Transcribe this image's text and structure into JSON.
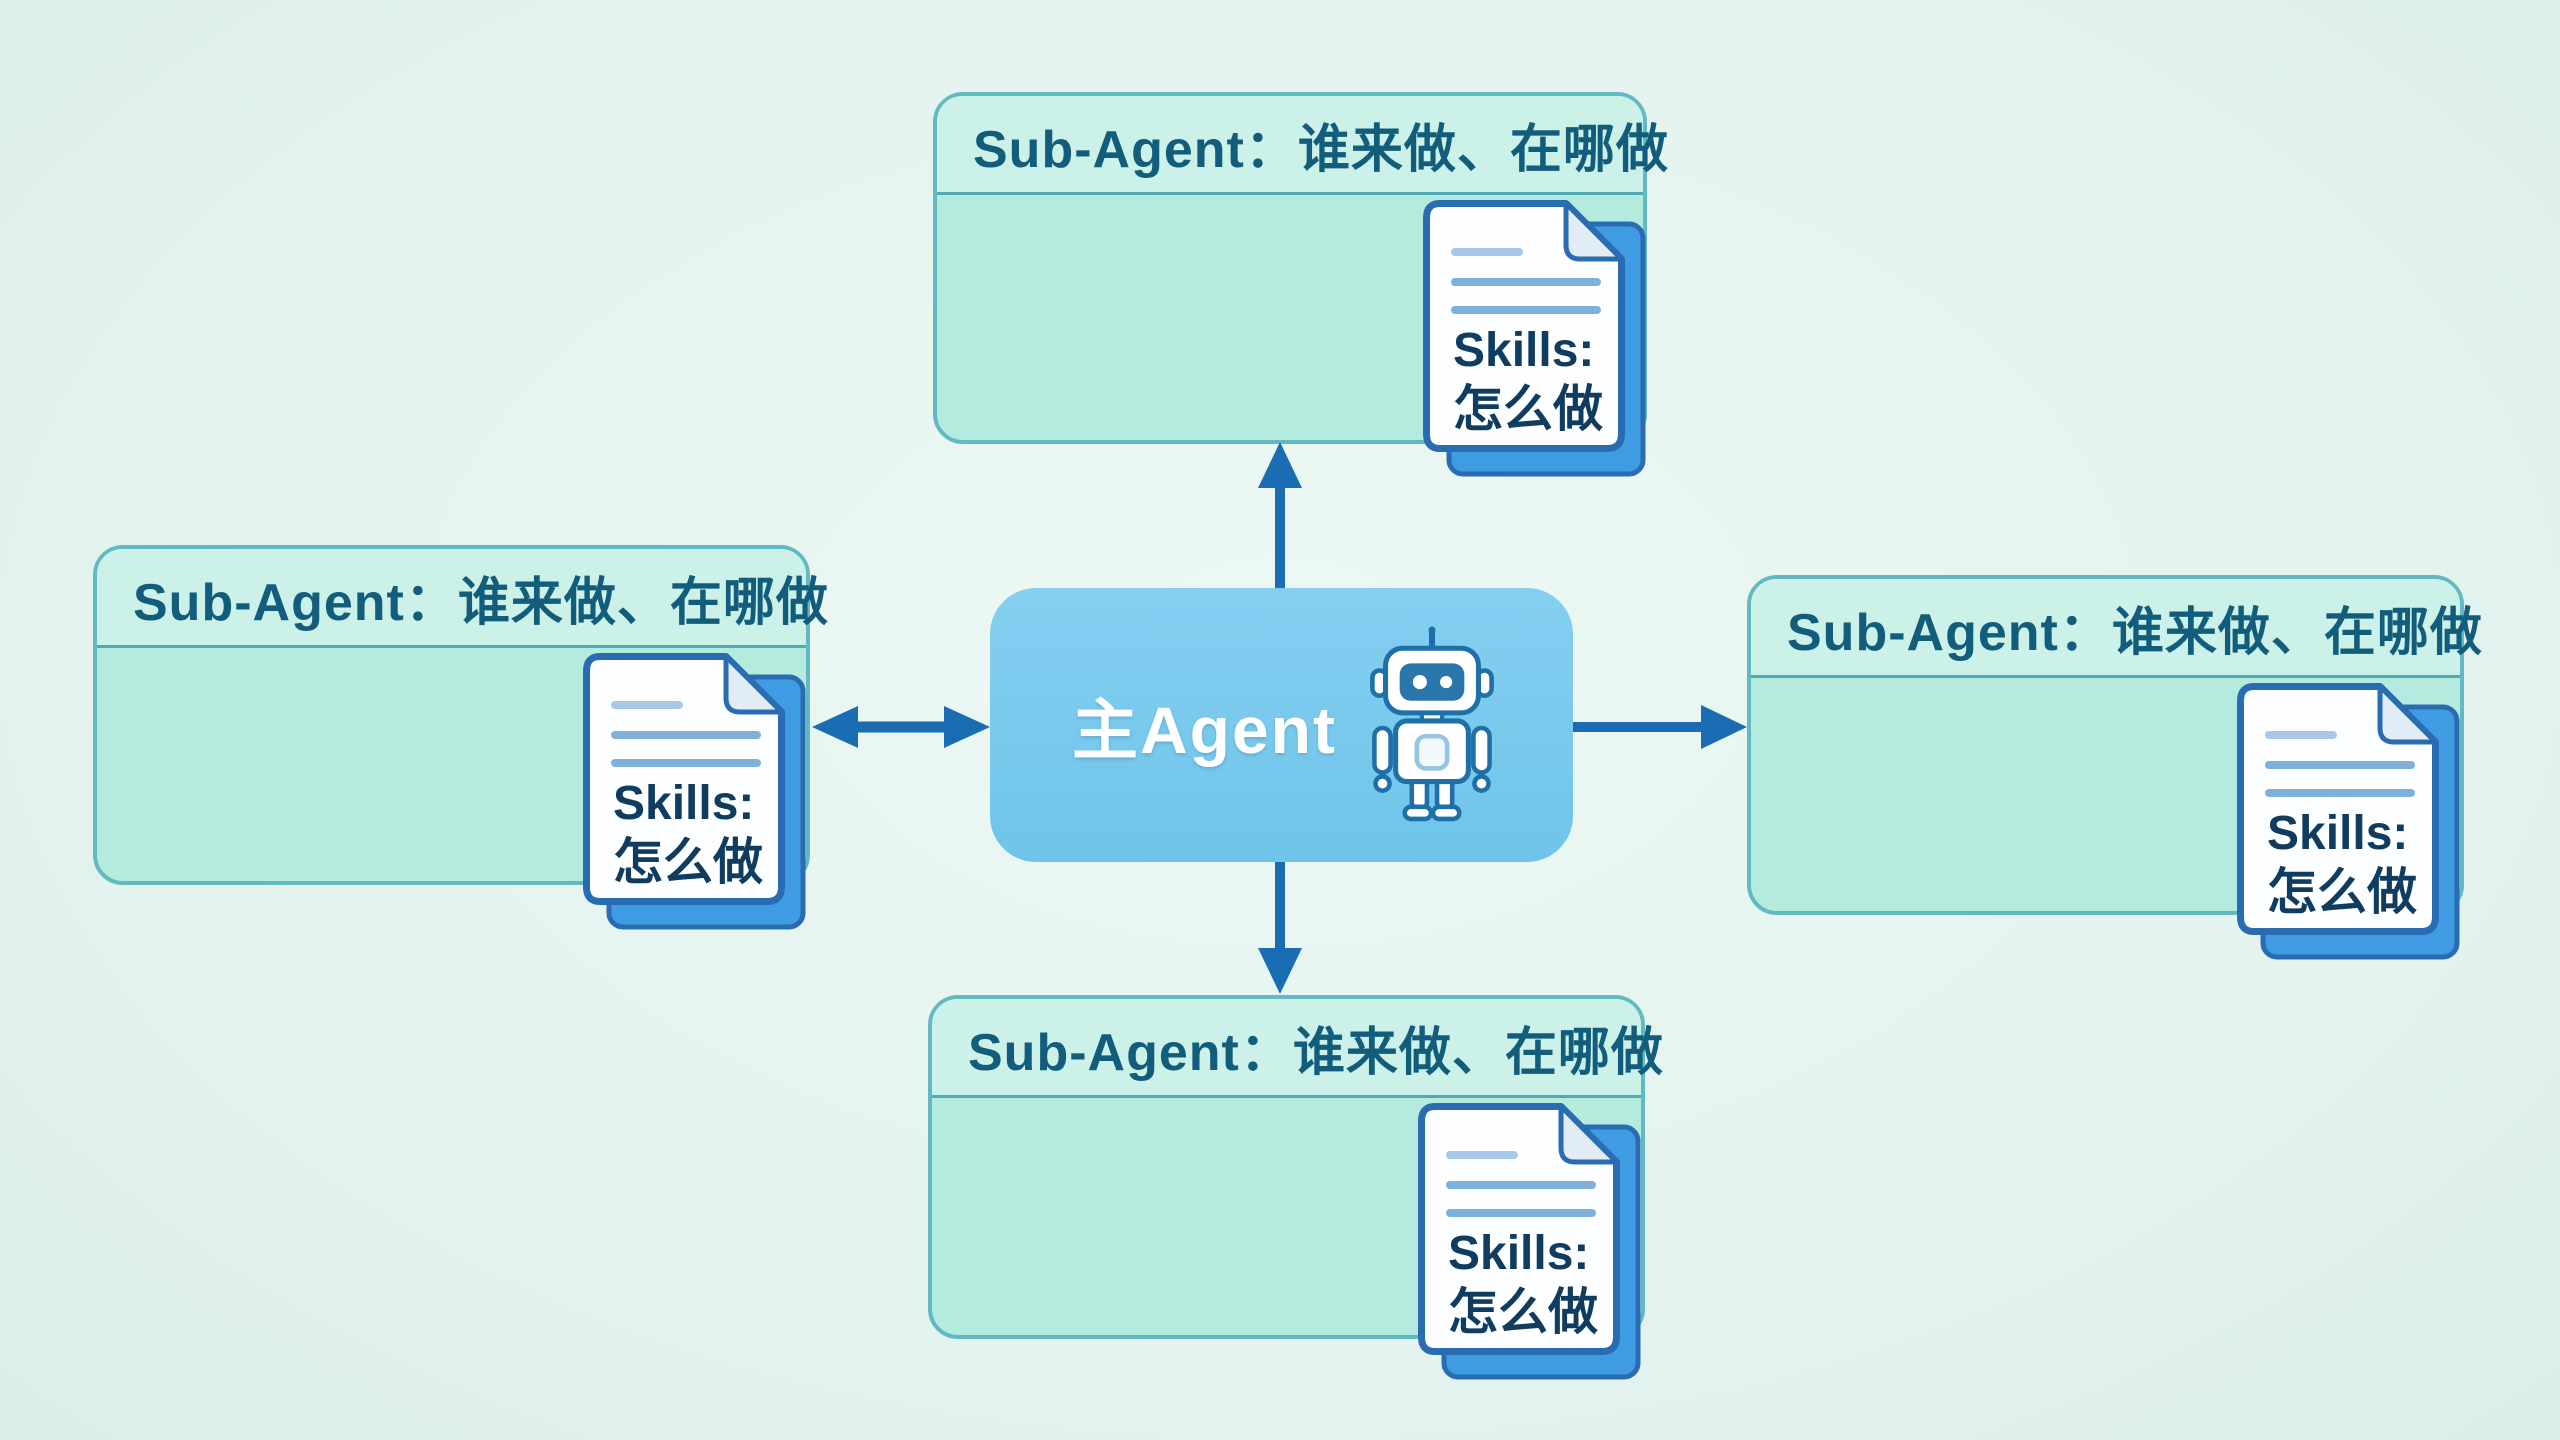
{
  "diagram": {
    "center_agent": {
      "label": "主Agent",
      "icon": "robot-icon"
    },
    "sub_agents": [
      {
        "position": "top",
        "title": "Sub-Agent：谁来做、在哪做",
        "skills_doc": {
          "icon": "skills-document-icon",
          "line1": "Skills:",
          "line2": "怎么做"
        }
      },
      {
        "position": "left",
        "title": "Sub-Agent：谁来做、在哪做",
        "skills_doc": {
          "icon": "skills-document-icon",
          "line1": "Skills:",
          "line2": "怎么做"
        }
      },
      {
        "position": "right",
        "title": "Sub-Agent：谁来做、在哪做",
        "skills_doc": {
          "icon": "skills-document-icon",
          "line1": "Skills:",
          "line2": "怎么做"
        }
      },
      {
        "position": "bottom",
        "title": "Sub-Agent：谁来做、在哪做",
        "skills_doc": {
          "icon": "skills-document-icon",
          "line1": "Skills:",
          "line2": "怎么做"
        }
      }
    ],
    "arrows": [
      {
        "name": "arrow-center-to-top",
        "direction": "up",
        "heads": "single"
      },
      {
        "name": "arrow-center-to-right",
        "direction": "right",
        "heads": "single"
      },
      {
        "name": "arrow-center-to-bottom",
        "direction": "down",
        "heads": "single"
      },
      {
        "name": "arrow-center-left",
        "direction": "left-right",
        "heads": "double"
      }
    ],
    "colors": {
      "background": "#e5f4f0",
      "sub_box_body": "#b4ebdf",
      "sub_box_header": "#cbf1e8",
      "sub_box_border": "#63b9c1",
      "sub_title_text": "#135d7c",
      "center_box": "#79c8ed",
      "center_text": "#ffffff",
      "arrow": "#1a6db3",
      "doc_border": "#2a6cb2",
      "doc_back_page": "#3f9ce2",
      "doc_background": "#fcfeff",
      "doc_line_light": "#a7c9e8",
      "doc_line": "#7fb0da",
      "doc_text": "#103d5f",
      "robot_outline": "#1f6fa8",
      "robot_screen": "#2a76ad"
    }
  }
}
